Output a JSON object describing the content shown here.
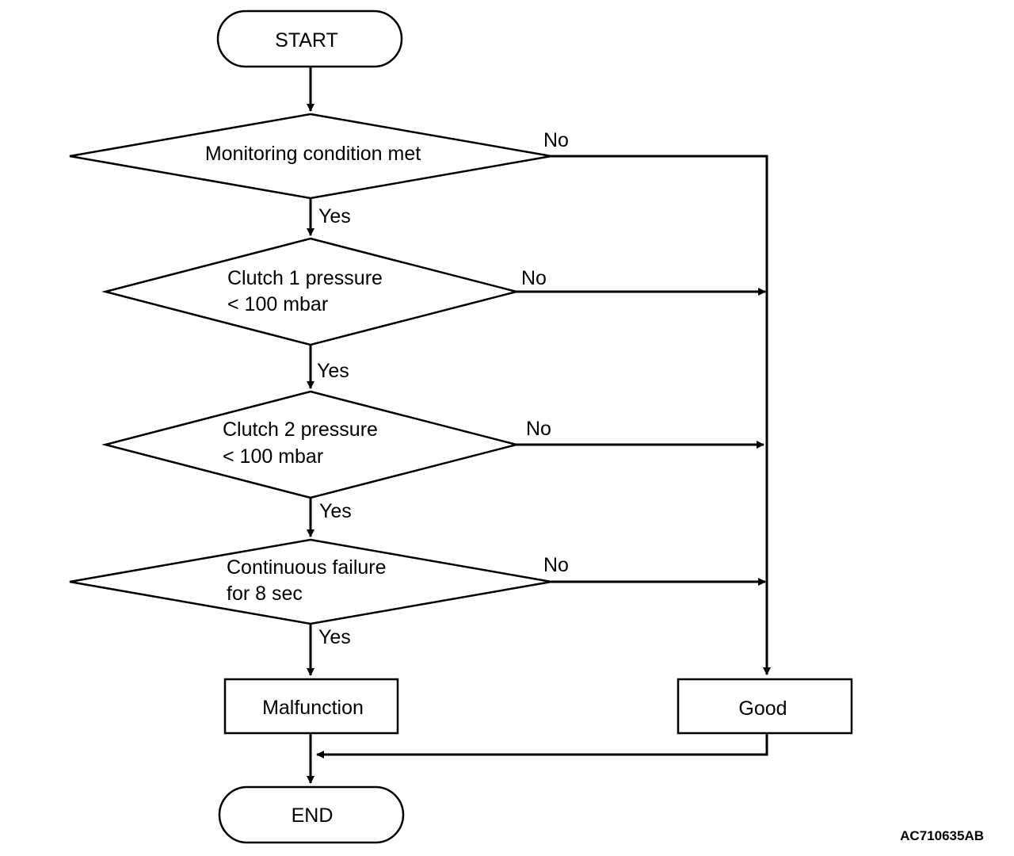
{
  "nodes": {
    "start": "START",
    "decision_monitoring": "Monitoring condition met",
    "decision_clutch1": [
      "Clutch 1 pressure",
      "< 100 mbar"
    ],
    "decision_clutch2": [
      "Clutch 2 pressure",
      "< 100 mbar"
    ],
    "decision_continuous": [
      "Continuous failure",
      "for 8 sec"
    ],
    "malfunction": "Malfunction",
    "good": "Good",
    "end": "END"
  },
  "edge_labels": {
    "yes": "Yes",
    "no": "No"
  },
  "figure_ref": "AC710635AB"
}
